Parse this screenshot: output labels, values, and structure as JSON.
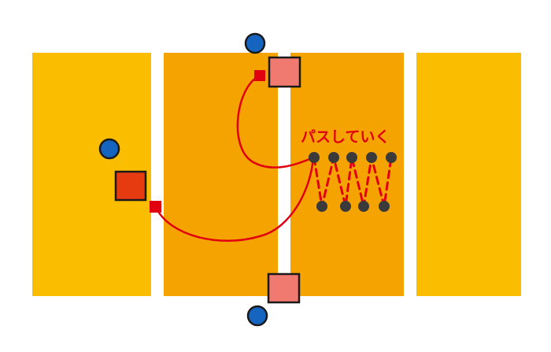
{
  "colors": {
    "background": "#ffffff",
    "outer_band": "#fabd00",
    "inner_band": "#f5a300",
    "player": "#1565c0",
    "square_dark": "#e63a10",
    "square_light": "#f07a70",
    "route": "#e00010",
    "dot": "#3a3a3a",
    "outline": "#1a1a1a"
  },
  "annotation": {
    "label": "パスしていく"
  },
  "elements": {
    "bands": 4,
    "players": 3,
    "squares": 3,
    "top_row_dots": 5,
    "bottom_row_dots": 4
  }
}
